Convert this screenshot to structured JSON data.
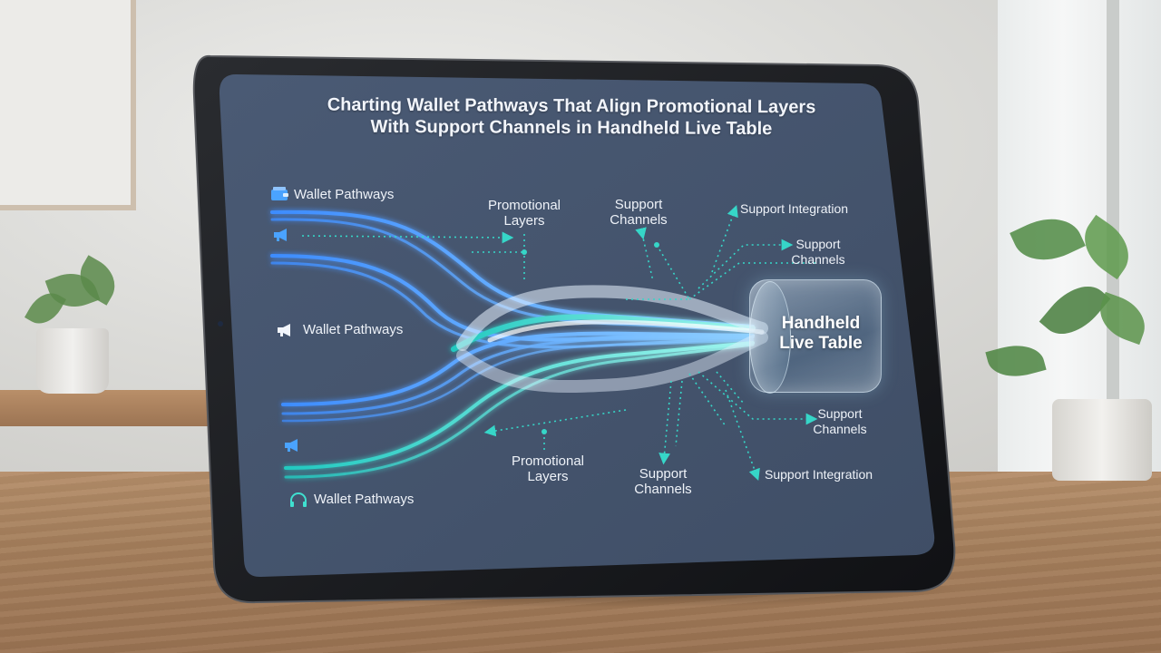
{
  "title": {
    "line1": "Charting Wallet Pathways That Align Promotional Layers",
    "line2": "With Support Channels in Handheld Live Table"
  },
  "hub": {
    "line1": "Handheld",
    "line2": "Live Table"
  },
  "left_labels": {
    "top": "Wallet Pathways",
    "middle": "Wallet Pathways",
    "bottom": "Wallet Pathways"
  },
  "icons": {
    "top": "wallet-icon",
    "upper_mid": "megaphone-icon",
    "middle": "megaphone-icon",
    "lower_mid": "megaphone-icon",
    "bottom": "headset-icon"
  },
  "top_labels": {
    "promo_line1": "Promotional",
    "promo_line2": "Layers",
    "support_line1": "Support",
    "support_line2": "Channels",
    "integration": "Support Integration",
    "support_right_line1": "Support",
    "support_right_line2": "Channels"
  },
  "bottom_labels": {
    "promo_line1": "Promotional",
    "promo_line2": "Layers",
    "support_line1": "Support",
    "support_line2": "Channels",
    "support_right_line1": "Support",
    "support_right_line2": "Channels",
    "integration": "Support Integration"
  },
  "colors": {
    "screen": "#46566f",
    "blue_stream": "#4aa3ff",
    "teal_stream": "#3fe0d0",
    "white_stream": "#e8f2ff",
    "dotted_arrow": "#36d6c8"
  }
}
